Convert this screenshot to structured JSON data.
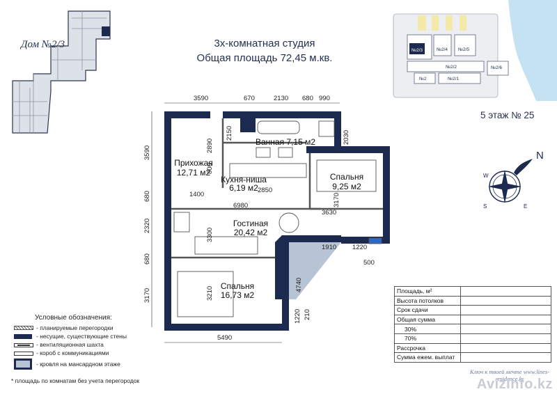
{
  "house_label": "Дом №2/3",
  "title": {
    "line1": "3х-комнатная студия",
    "line2": "Общая площадь 72,45 м.кв."
  },
  "floor_label": "5 этаж № 25",
  "site_plan_labels": [
    "№2/3",
    "№2/4",
    "№2/5",
    "№2/2",
    "№2/6",
    "№2",
    "№2/1"
  ],
  "compass": {
    "n": "N",
    "w": "W",
    "s": "S",
    "e": "E"
  },
  "rooms": {
    "bath": "Ванная 7,15 м2",
    "hall_name": "Прихожая",
    "hall_area": "12,71 м2",
    "kitchen_name": "Кухня-ниша",
    "kitchen_area": "6,19 м2",
    "bedroom1_name": "Спальня",
    "bedroom1_area": "9,25 м2",
    "living_name": "Гостиная",
    "living_area": "20,42 м2",
    "bedroom2_name": "Спальня",
    "bedroom2_area": "16,73 м2"
  },
  "dimensions": {
    "top": [
      "3590",
      "670",
      "2130",
      "680",
      "990"
    ],
    "left": [
      "3590",
      "680",
      "2320",
      "680",
      "3170"
    ],
    "inner": [
      "2890",
      "2150",
      "2030",
      "800",
      "1400",
      "2850",
      "3170",
      "6980",
      "3630",
      "3300",
      "1910",
      "1220",
      "500",
      "4740",
      "3210",
      "1220",
      "210"
    ],
    "bottom": "5490"
  },
  "legend": {
    "title": "Условные обозначения:",
    "items": [
      "- планируемые перегородки",
      "- несущие, существующие стены",
      "- вентиляционная шахта",
      "- короб с коммуникациями",
      "- кровля на мансардном этаже"
    ],
    "colors": {
      "wall": "#1b2a4e",
      "roof": "#b7c4d3"
    }
  },
  "footnote": "* площадь по комнатам без учета перегородок",
  "info_table": [
    {
      "label": "Площадь, м²",
      "value": ""
    },
    {
      "label": "Высота потолков",
      "value": ""
    },
    {
      "label": "Срок сдачи",
      "value": ""
    },
    {
      "label": "Общая сумма",
      "value": ""
    },
    {
      "label": "30%",
      "value": ""
    },
    {
      "label": "70%",
      "value": ""
    },
    {
      "label": "Рассрочка",
      "value": ""
    },
    {
      "label": "Сумма ежем. выплат",
      "value": ""
    }
  ],
  "slogan": "Ключ к твоей мечте www.lines-residence.kz",
  "watermark": "AvizInfo.kz"
}
